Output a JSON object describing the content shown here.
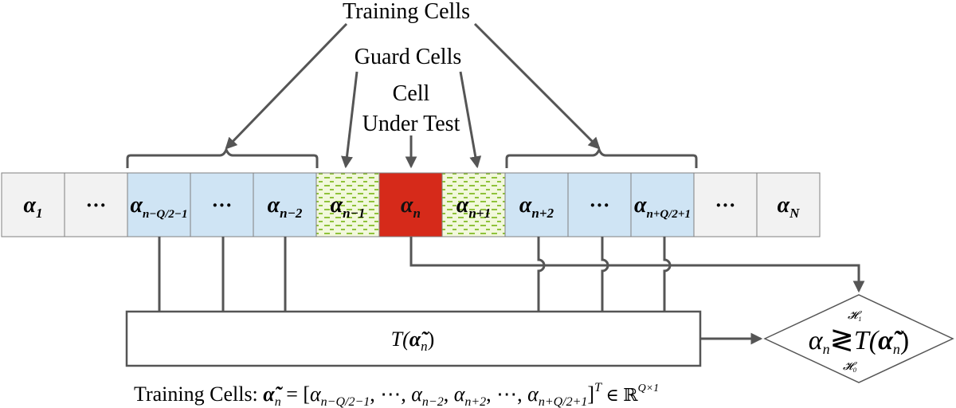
{
  "labels": {
    "training_cells": "Training Cells",
    "guard_cells": "Guard Cells",
    "cut_line1": "Cell",
    "cut_line2": "Under Test",
    "caption_prefix": "Training Cells:"
  },
  "cells": [
    {
      "type": "normal",
      "base": "α",
      "sub": "1"
    },
    {
      "type": "normal",
      "base": "···",
      "sub": ""
    },
    {
      "type": "training",
      "base": "α",
      "sub": "n−Q/2−1"
    },
    {
      "type": "training",
      "base": "···",
      "sub": ""
    },
    {
      "type": "training",
      "base": "α",
      "sub": "n−2"
    },
    {
      "type": "guard",
      "base": "α",
      "sub": "n−1"
    },
    {
      "type": "cut",
      "base": "α",
      "sub": "n"
    },
    {
      "type": "guard",
      "base": "α",
      "sub": "n+1"
    },
    {
      "type": "training",
      "base": "α",
      "sub": "n+2"
    },
    {
      "type": "training",
      "base": "···",
      "sub": ""
    },
    {
      "type": "training",
      "base": "α",
      "sub": "n+Q/2+1"
    },
    {
      "type": "normal",
      "base": "···",
      "sub": ""
    },
    {
      "type": "normal",
      "base": "α",
      "sub": "N"
    }
  ],
  "threshold_box": {
    "func": "T(",
    "arg": "α̃",
    "arg_sub": "n",
    "close": ")"
  },
  "decision": {
    "lhs": "α",
    "lhs_sub": "n",
    "op": "≷",
    "rhs_func": "T(",
    "rhs_arg": "α̃",
    "rhs_sub": "n",
    "rhs_close": ")",
    "h1": "𝓗₁",
    "h0": "𝓗₀"
  },
  "caption_formula": {
    "lhs": "α̃",
    "lhs_sub": "n",
    "eq": " = [",
    "t1": "α",
    "t1_sub": "n−Q/2−1",
    "sep1": ", ⋯, ",
    "t2": "α",
    "t2_sub": "n−2",
    "sep2": ", ",
    "t3": "α",
    "t3_sub": "n+2",
    "sep3": ", ⋯, ",
    "t4": "α",
    "t4_sub": "n+Q/2+1",
    "close": "]",
    "sup": "T",
    "in": " ∈ ℝ",
    "dim": "Q×1"
  },
  "colors": {
    "normal": "#f2f2f2",
    "training": "#cfe4f4",
    "guard_bg": "#f2f8dc",
    "guard_dash": "#8fc23a",
    "cut": "#d62a1a",
    "wire": "#555555",
    "border": "#808080"
  }
}
